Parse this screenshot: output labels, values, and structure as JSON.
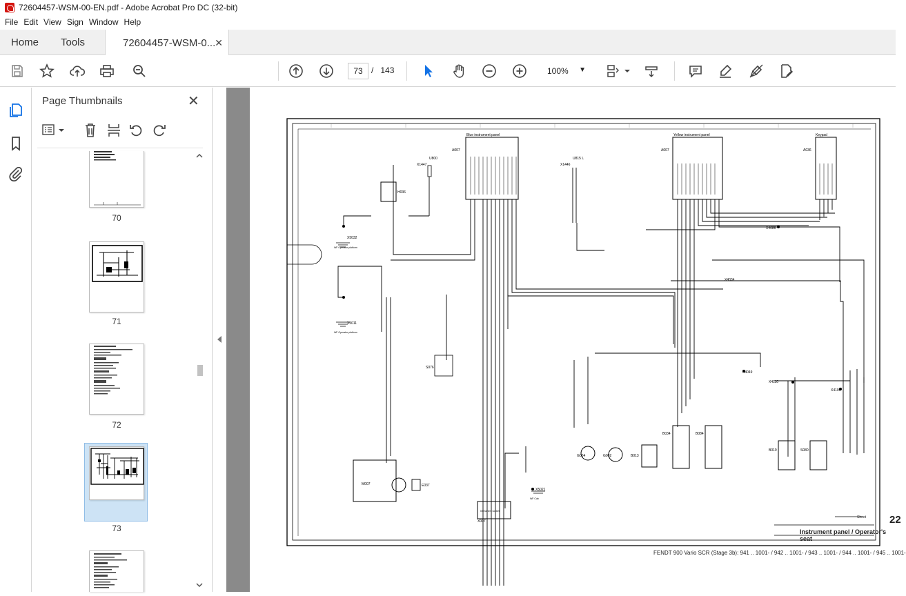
{
  "window": {
    "title": "72604457-WSM-00-EN.pdf - Adobe Acrobat Pro DC (32-bit)"
  },
  "menu": [
    "File",
    "Edit",
    "View",
    "Sign",
    "Window",
    "Help"
  ],
  "tabs": {
    "home": "Home",
    "tools": "Tools",
    "document": "72604457-WSM-0..."
  },
  "toolbar": {
    "page_current": "73",
    "page_separator": "/",
    "page_total": "143",
    "zoom": "100%"
  },
  "thumbnails": {
    "title": "Page Thumbnails",
    "pages": [
      {
        "label": "70"
      },
      {
        "label": "71"
      },
      {
        "label": "72"
      },
      {
        "label": "73",
        "selected": true
      },
      {
        "label": ""
      }
    ]
  },
  "document": {
    "sheet_label": "Sheet",
    "sheet_number": "22",
    "sheet_title": "Instrument panel / Operator's seat",
    "footer": "FENDT 900 Vario SCR (Stage 3b): 941 .. 1001- / 942 .. 1001- / 943 .. 1001- / 944 .. 1001- / 945 .. 1001-",
    "schematic_labels": {
      "blue_panel": "Blue instrument panel",
      "yellow_panel": "Yellow instrument panel",
      "keypad": "Keypad",
      "a007": "A007",
      "a007b": "A007",
      "a036": "A036",
      "x5032": "X5032",
      "x5011": "X5011",
      "x5021": "X5021",
      "x4086": "X4086",
      "x4034": "X4034",
      "x4049": "X4049",
      "x4110": "X4110",
      "x4109": "X4109",
      "x1447": "X1447",
      "x1446": "X1446",
      "u800": "U800",
      "u815": "U815 L",
      "h036": "H036",
      "s076": "S076",
      "m007": "M007",
      "e037": "E037",
      "g004": "G004",
      "g002": "G002",
      "b013": "B013",
      "b034": "B034",
      "b084": "B084",
      "b019": "B019",
      "s080": "S080",
      "x007": "X007",
      "instrument_socket": "Instrument socket",
      "op_platform_1": "WF Operator platform",
      "op_platform_2": "WF Operator platform",
      "wf_cab": "WF Cab"
    }
  }
}
